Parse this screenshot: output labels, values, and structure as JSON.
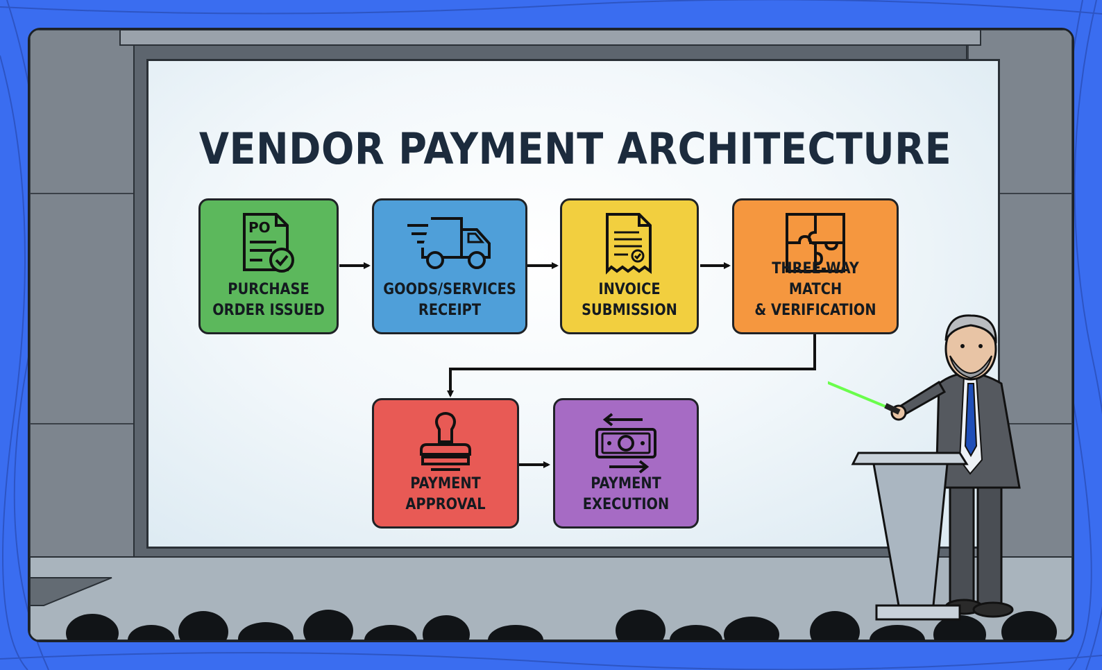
{
  "slide": {
    "title": "VENDOR PAYMENT ARCHITECTURE"
  },
  "steps": [
    {
      "label_line1": "PURCHASE",
      "label_line2": "ORDER ISSUED",
      "icon": "purchase-order-icon",
      "icon_text": "PO",
      "color": "#5cb85c"
    },
    {
      "label_line1": "GOODS/SERVICES",
      "label_line2": "RECEIPT",
      "icon": "delivery-truck-icon",
      "color": "#4f9fd9"
    },
    {
      "label_line1": "INVOICE",
      "label_line2": "SUBMISSION",
      "icon": "invoice-receipt-icon",
      "color": "#f2cf3f"
    },
    {
      "label_line1": "THREE-WAY MATCH",
      "label_line2": "& VERIFICATION",
      "icon": "puzzle-icon",
      "color": "#f5973f"
    },
    {
      "label_line1": "PAYMENT",
      "label_line2": "APPROVAL",
      "icon": "approval-stamp-icon",
      "color": "#e85a55"
    },
    {
      "label_line1": "PAYMENT",
      "label_line2": "EXECUTION",
      "icon": "money-transfer-icon",
      "color": "#a66bc4"
    }
  ],
  "colors": {
    "background": "#3a6df0",
    "laser": "#5dff3a",
    "title_text": "#1c2b3d"
  }
}
